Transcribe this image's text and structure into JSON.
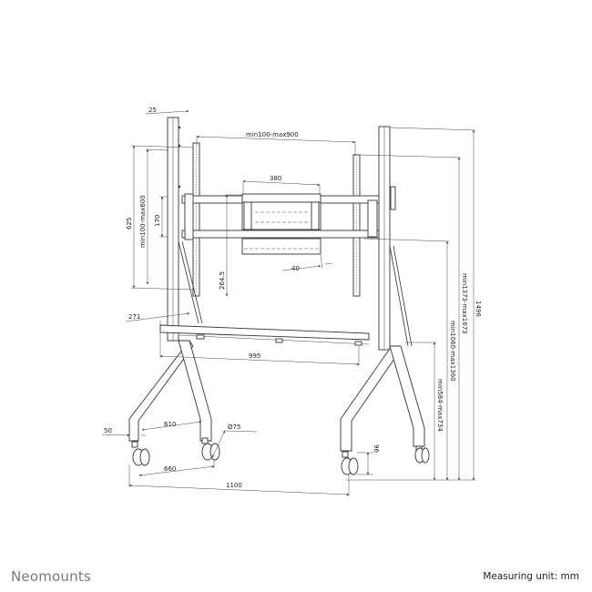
{
  "diagram": {
    "type": "technical dimension drawing",
    "subject": "mobile TV floor stand with wall-mount bracket, shelf and castor wheels",
    "dimensions": {
      "upright_width": "25",
      "bracket_width_range": "min100-max900",
      "vesa_plate_width": "380",
      "vesa_plate_height": "170",
      "upright_to_mount_height": "625",
      "mount_height_range": "min100-max600",
      "bracket_offset": "264.5",
      "plate_offset": "40",
      "shelf_depth": "271",
      "shelf_width": "995",
      "leg_width": "50",
      "leg_span_inner": "610",
      "wheel_diameter": "Ø75",
      "wheel_span_front": "660",
      "base_width": "1100",
      "castor_height": "96",
      "total_height": "1496",
      "top_mount_range": "min1373-max1673",
      "mid_mount_range": "min1060-max1360",
      "shelf_height_range": "min584-max734"
    }
  },
  "footer": {
    "brand": "Neomounts",
    "measuring_unit": "Measuring unit: mm"
  },
  "colors": {
    "line": "#333333",
    "brand_text": "#7a7a7a",
    "background": "#ffffff"
  }
}
